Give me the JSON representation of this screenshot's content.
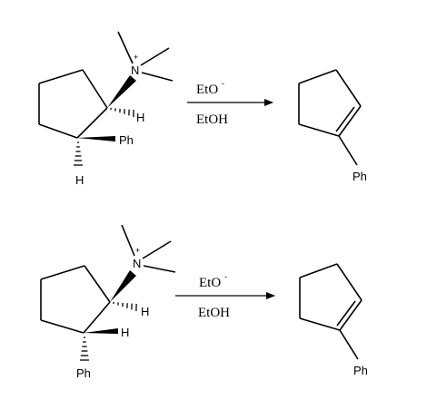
{
  "reactions": [
    {
      "reactant_labels": {
        "nitrogen": "N",
        "charge": "+",
        "h_upper": "H",
        "h_lower": "H",
        "phenyl": "Ph"
      },
      "reagent_base": "EtO",
      "reagent_base_charge": "-",
      "reagent_solvent": "EtOH",
      "product_labels": {
        "phenyl": "Ph"
      }
    },
    {
      "reactant_labels": {
        "nitrogen": "N",
        "charge": "+",
        "h_upper": "H",
        "h_lower": "H",
        "phenyl": "Ph"
      },
      "reagent_base": "EtO",
      "reagent_base_charge": "-",
      "reagent_solvent": "EtOH",
      "product_labels": {
        "phenyl": "Ph"
      }
    }
  ]
}
